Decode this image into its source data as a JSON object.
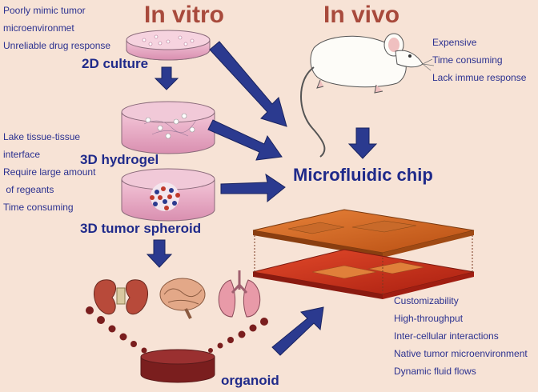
{
  "titles": {
    "in_vitro": "In vitro",
    "in_vivo": "In vivo"
  },
  "notes": {
    "culture_2d": [
      "Poorly mimic tumor",
      "microenvironmet",
      "Unreliable drug response"
    ],
    "hydrogel": [
      "Lake tissue-tissue",
      "interface",
      "Require large amount",
      " of regeants",
      "Time consuming"
    ],
    "in_vivo": [
      "Expensive",
      "Time consuming",
      "Lack immue response"
    ],
    "chip": [
      "Customizability",
      "High-throughput",
      "Inter-cellular interactions",
      "Native tumor microenvironment",
      "Dynamic fluid flows"
    ]
  },
  "stages": {
    "culture_2d": "2D culture",
    "hydrogel_3d": "3D hydrogel",
    "spheroid_3d": "3D tumor spheroid",
    "chip": "Microfluidic chip",
    "organoid": "organoid"
  },
  "colors": {
    "title": "#a84a3c",
    "text": "#1f2a8a",
    "arrow": "#2b3a8f",
    "background": "#f7e3d6"
  },
  "icons": [
    "mouse-icon",
    "kidney-icon",
    "brain-icon",
    "lung-icon",
    "petri-dish-icon",
    "chip-layer-icon"
  ]
}
